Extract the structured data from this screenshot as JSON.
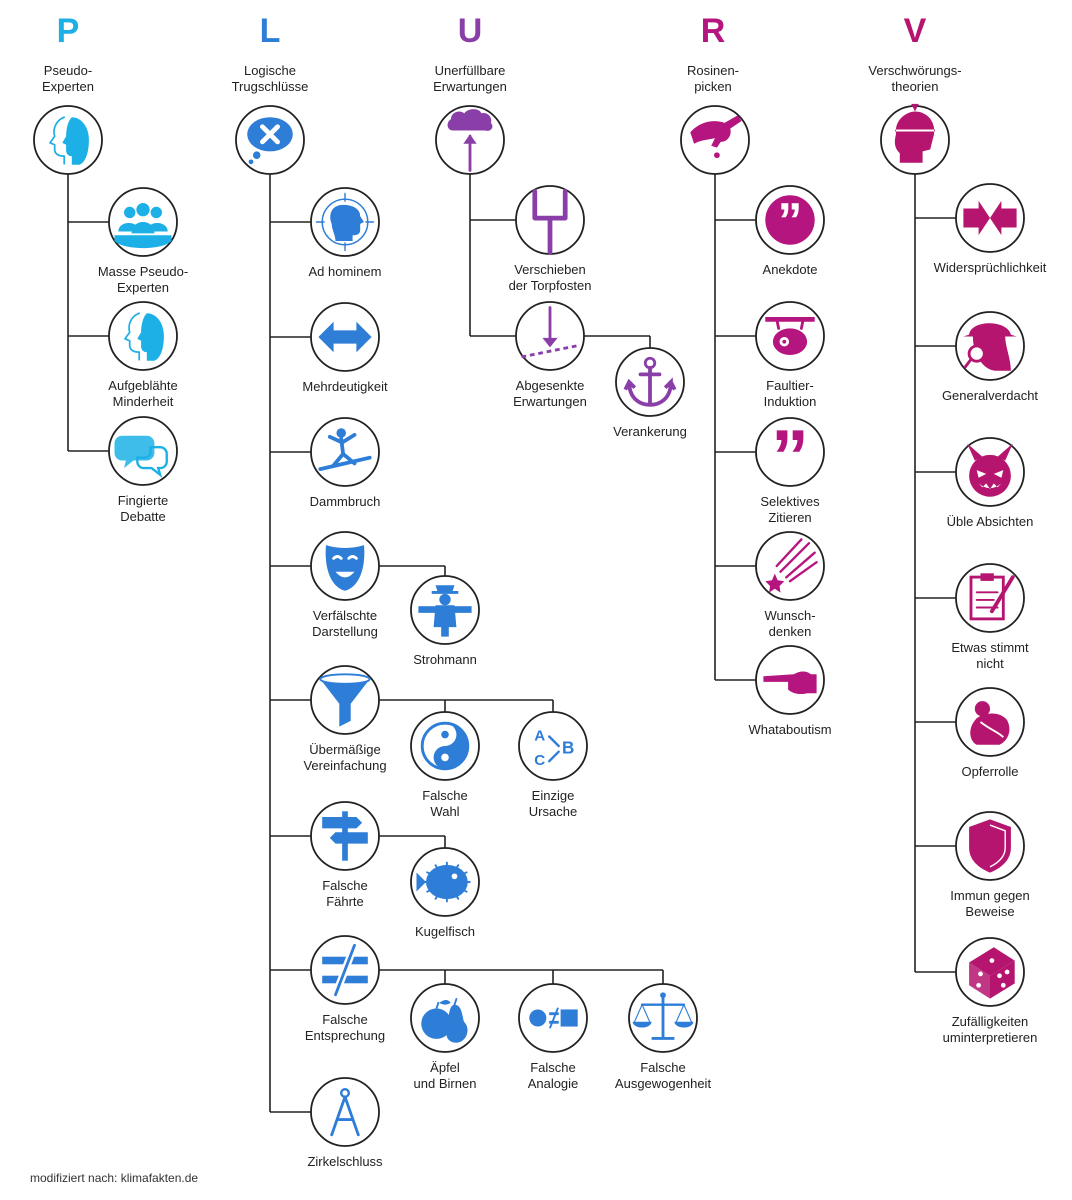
{
  "colors": {
    "P": "#1cb0e6",
    "L": "#2e7dd7",
    "U": "#8a3fa8",
    "R": "#b5157f",
    "V": "#b5156f"
  },
  "columns": [
    {
      "letter": "P",
      "title": [
        "Pseudo-",
        "Experten"
      ],
      "icon": "two-faces-icon",
      "items": [
        {
          "label": [
            "Masse Pseudo-",
            "Experten"
          ],
          "icon": "group-people-icon"
        },
        {
          "label": [
            "Aufgeblähte",
            "Minderheit"
          ],
          "icon": "two-faces-icon"
        },
        {
          "label": [
            "Fingierte",
            "Debatte"
          ],
          "icon": "speech-bubbles-icon"
        }
      ]
    },
    {
      "letter": "L",
      "title": [
        "Logische",
        "Trugschlüsse"
      ],
      "icon": "x-thought-bubble-icon",
      "items": [
        {
          "label": [
            "Ad hominem"
          ],
          "icon": "head-crosshair-icon"
        },
        {
          "label": [
            "Mehrdeutigkeit"
          ],
          "icon": "double-arrow-icon"
        },
        {
          "label": [
            "Dammbruch"
          ],
          "icon": "slipping-man-icon"
        },
        {
          "label": [
            "Verfälschte",
            "Darstellung"
          ],
          "icon": "theater-mask-icon",
          "children": [
            {
              "label": [
                "Strohmann"
              ],
              "icon": "scarecrow-icon"
            }
          ]
        },
        {
          "label": [
            "Übermäßige",
            "Vereinfachung"
          ],
          "icon": "funnel-icon",
          "children": [
            {
              "label": [
                "Falsche",
                "Wahl"
              ],
              "icon": "yin-yang-icon"
            },
            {
              "label": [
                "Einzige",
                "Ursache"
              ],
              "icon": "abc-arrows-icon"
            }
          ]
        },
        {
          "label": [
            "Falsche",
            "Fährte"
          ],
          "icon": "signpost-icon",
          "children": [
            {
              "label": [
                "Kugelfisch"
              ],
              "icon": "pufferfish-icon"
            }
          ]
        },
        {
          "label": [
            "Falsche",
            "Entsprechung"
          ],
          "icon": "not-equal-icon",
          "children": [
            {
              "label": [
                "Äpfel",
                "und Birnen"
              ],
              "icon": "apple-pear-icon"
            },
            {
              "label": [
                "Falsche",
                "Analogie"
              ],
              "icon": "circle-not-equal-square-icon"
            },
            {
              "label": [
                "Falsche",
                "Ausgewogenheit"
              ],
              "icon": "balance-scale-icon"
            }
          ]
        },
        {
          "label": [
            "Zirkelschluss"
          ],
          "icon": "compass-icon"
        }
      ]
    },
    {
      "letter": "U",
      "title": [
        "Unerfüllbare",
        "Erwartungen"
      ],
      "icon": "cloud-arrow-icon",
      "items": [
        {
          "label": [
            "Verschieben",
            "der Torpfosten"
          ],
          "icon": "goalpost-icon"
        },
        {
          "label": [
            "Abgesenkte",
            "Erwartungen"
          ],
          "icon": "arrow-down-icon",
          "children": [
            {
              "label": [
                "Verankerung"
              ],
              "icon": "anchor-icon"
            }
          ]
        }
      ]
    },
    {
      "letter": "R",
      "title": [
        "Rosinen-",
        "picken"
      ],
      "icon": "picking-hand-icon",
      "items": [
        {
          "label": [
            "Anekdote"
          ],
          "icon": "quote-bubble-icon"
        },
        {
          "label": [
            "Faultier-",
            "Induktion"
          ],
          "icon": "sloth-icon"
        },
        {
          "label": [
            "Selektives",
            "Zitieren"
          ],
          "icon": "quote-marks-icon"
        },
        {
          "label": [
            "Wunsch-",
            "denken"
          ],
          "icon": "shooting-star-icon"
        },
        {
          "label": [
            "Whataboutism"
          ],
          "icon": "pointing-hand-icon"
        }
      ]
    },
    {
      "letter": "V",
      "title": [
        "Verschwörungs-",
        "theorien"
      ],
      "icon": "tinfoil-head-icon",
      "items": [
        {
          "label": [
            "Widersprüchlichkeit"
          ],
          "icon": "opposing-arrows-icon"
        },
        {
          "label": [
            "Generalverdacht"
          ],
          "icon": "detective-icon"
        },
        {
          "label": [
            "Üble Absichten"
          ],
          "icon": "devil-face-icon"
        },
        {
          "label": [
            "Etwas stimmt",
            "nicht"
          ],
          "icon": "clipboard-pen-icon"
        },
        {
          "label": [
            "Opferrolle"
          ],
          "icon": "crouching-victim-icon"
        },
        {
          "label": [
            "Immun gegen",
            "Beweise"
          ],
          "icon": "shield-icon"
        },
        {
          "label": [
            "Zufälligkeiten",
            "uminterpretieren"
          ],
          "icon": "dice-icon"
        }
      ]
    }
  ],
  "footer": "modifiziert nach: klimafakten.de"
}
